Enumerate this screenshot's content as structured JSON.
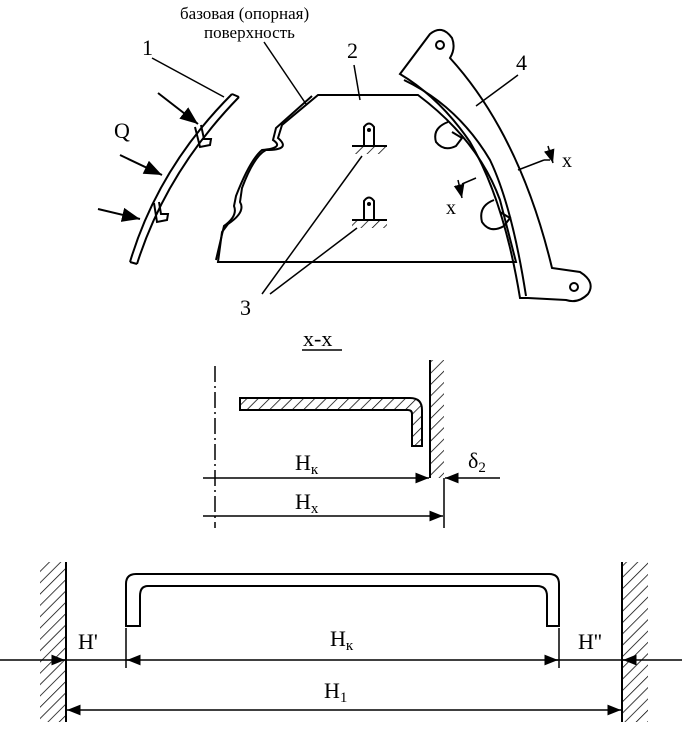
{
  "labels": {
    "base_surface_line1": "базовая (опорная)",
    "base_surface_line2": "поверхность",
    "part_1": "1",
    "part_2": "2",
    "part_3": "3",
    "part_4": "4",
    "load": "Q",
    "axis_x1": "x",
    "axis_x2": "x",
    "section": "x-x",
    "hk_upper_main": "H",
    "hk_upper_sub": "к",
    "hx_main": "H",
    "hx_sub": "x",
    "delta_main": "δ",
    "delta_sub": "2",
    "h_prime": "H'",
    "h_dprime": "H''",
    "hk_lower_main": "H",
    "hk_lower_sub": "к",
    "h1_main": "H",
    "h1_sub": "1"
  }
}
